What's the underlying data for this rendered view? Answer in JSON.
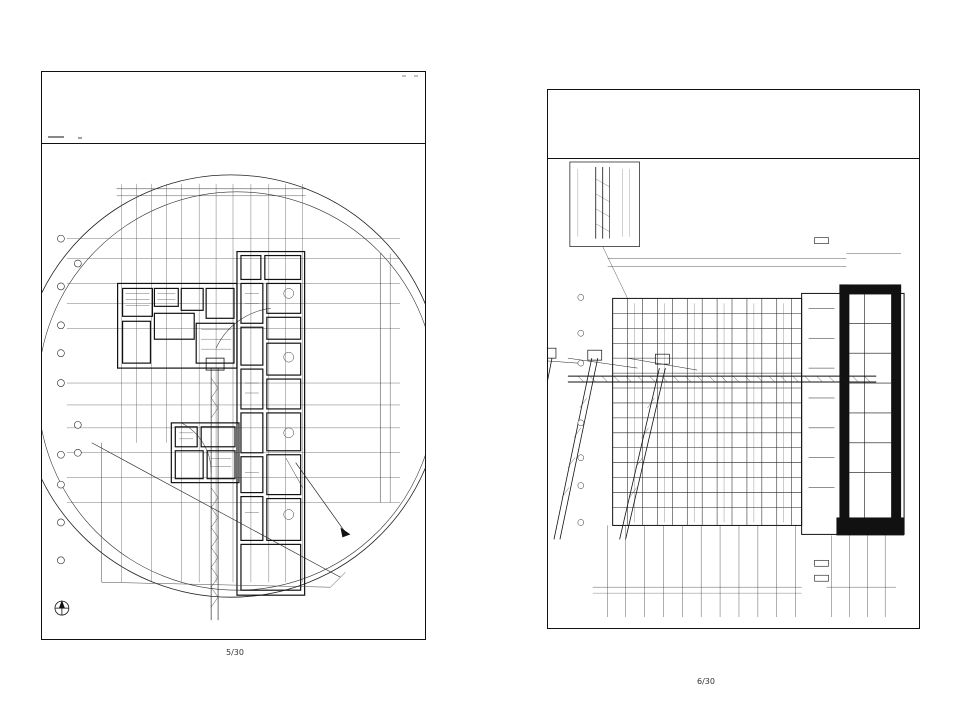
{
  "pages": [
    {
      "number_label": "5/30",
      "kind": "floor-plan"
    },
    {
      "number_label": "6/30",
      "kind": "elevation"
    }
  ]
}
